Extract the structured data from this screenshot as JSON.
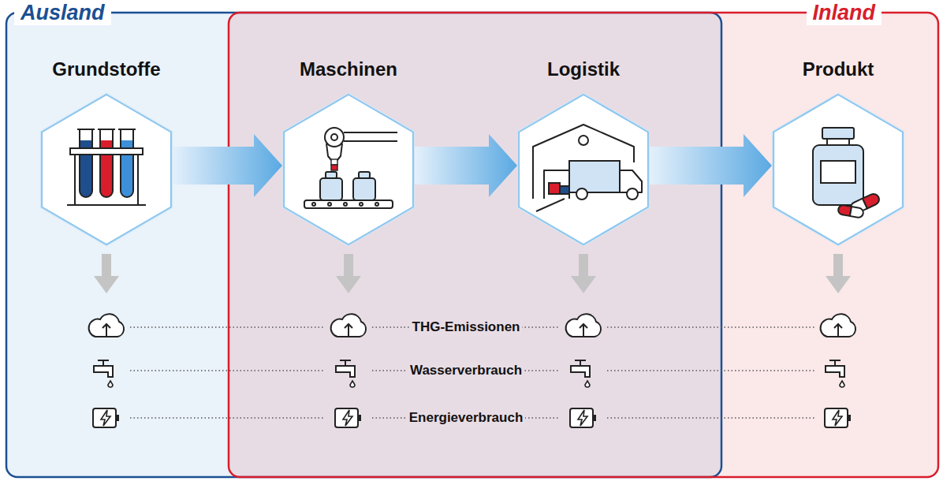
{
  "diagram": {
    "nodes": [
      {
        "text": [
          "Ausland"
        ]
      },
      {
        "text": [
          "Inland"
        ]
      },
      {
        "text": [
          "Grundstoffe"
        ],
        "in": 0
      },
      {
        "text": [
          "Maschinen"
        ],
        "in": 1
      },
      {
        "text": [
          "Logistik"
        ],
        "in": 1
      },
      {
        "text": [
          "Produkt"
        ],
        "in": 1
      }
    ],
    "edges": [
      {
        "from": 2,
        "to": 3,
        "arrow": "to"
      },
      {
        "from": 3,
        "to": 4,
        "arrow": "to"
      },
      {
        "from": 4,
        "to": 5,
        "arrow": "to"
      }
    ],
    "labels": [
      "THG-Emissionen",
      "Wasserverbrauch",
      "Energieverbrauch"
    ]
  }
}
